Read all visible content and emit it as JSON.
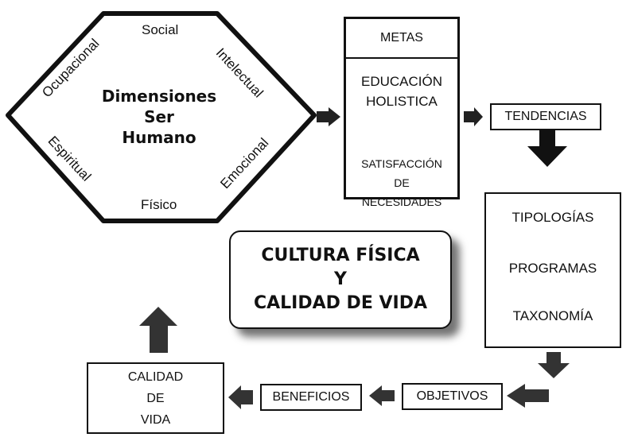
{
  "hexagon": {
    "title": [
      "Dimensiones",
      "Ser",
      "Humano"
    ],
    "dimensions": {
      "top": "Social",
      "upper_left": "Ocupacional",
      "upper_right": "Intelectual",
      "lower_left": "Espiritual",
      "lower_right": "Emocional",
      "bottom": "Físico"
    }
  },
  "metas": {
    "header": "METAS",
    "line1": [
      "EDUCACIÓN",
      "HOLISTICA"
    ],
    "line2": [
      "SATISFACCIÓN",
      "DE",
      "NECESIDADES"
    ]
  },
  "tendencias": "TENDENCIAS",
  "center_box": [
    "CULTURA FÍSICA",
    "Y",
    "CALIDAD DE VIDA"
  ],
  "tipologias_box": [
    "TIPOLOGÍAS",
    "PROGRAMAS",
    "TAXONOMÍA"
  ],
  "objetivos": "OBJETIVOS",
  "beneficios": "BENEFICIOS",
  "calidad_vida": [
    "CALIDAD",
    "DE",
    "VIDA"
  ],
  "colors": {
    "stroke": "#111111",
    "arrow": "#333333"
  }
}
